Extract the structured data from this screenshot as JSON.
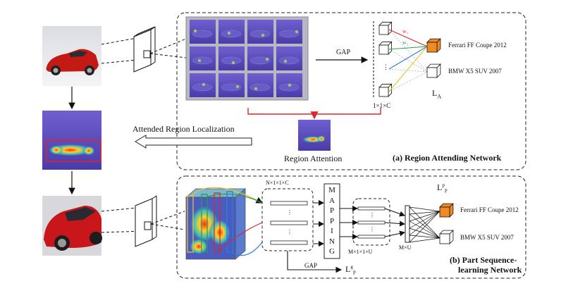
{
  "panel_a": {
    "title": "(a) Region Attending Network",
    "gap_label": "GAP",
    "vector_label": "1×1×C",
    "weight_labels": [
      "w₁",
      "w₂"
    ],
    "classes": [
      "Ferrari FF Coupe 2012",
      "BMW X5 SUV 2007"
    ],
    "loss_label": "L",
    "loss_sub": "A",
    "attention_label": "Region Attention"
  },
  "middle": {
    "localization_label": "Attended Region Localization"
  },
  "panel_b": {
    "title_line1": "(b) Part Sequence-",
    "title_line2": "learning Network",
    "nc_label": "N×1×1×C",
    "mapping_letters": [
      "M",
      "A",
      "P",
      "P",
      "I",
      "N",
      "G"
    ],
    "mu_label": "M×1×1×U",
    "mu2_label": "M×U",
    "gap_label": "GAP",
    "loss_g": "L",
    "loss_g_sup": "g",
    "loss_g_sub": "P",
    "loss_p": "L",
    "loss_p_sup": "p",
    "loss_p_sub": "P",
    "classes": [
      "Ferrari FF Coupe 2012",
      "BMW X5 SUV 2007"
    ]
  },
  "colors": {
    "accent_red": "#e0242b",
    "cube_orange": "#f08a24",
    "heatmap_blue": "#4a3ca8",
    "line_blue": "#2a7de1",
    "line_green": "#2e9c4a",
    "line_yellow": "#e6c229"
  }
}
